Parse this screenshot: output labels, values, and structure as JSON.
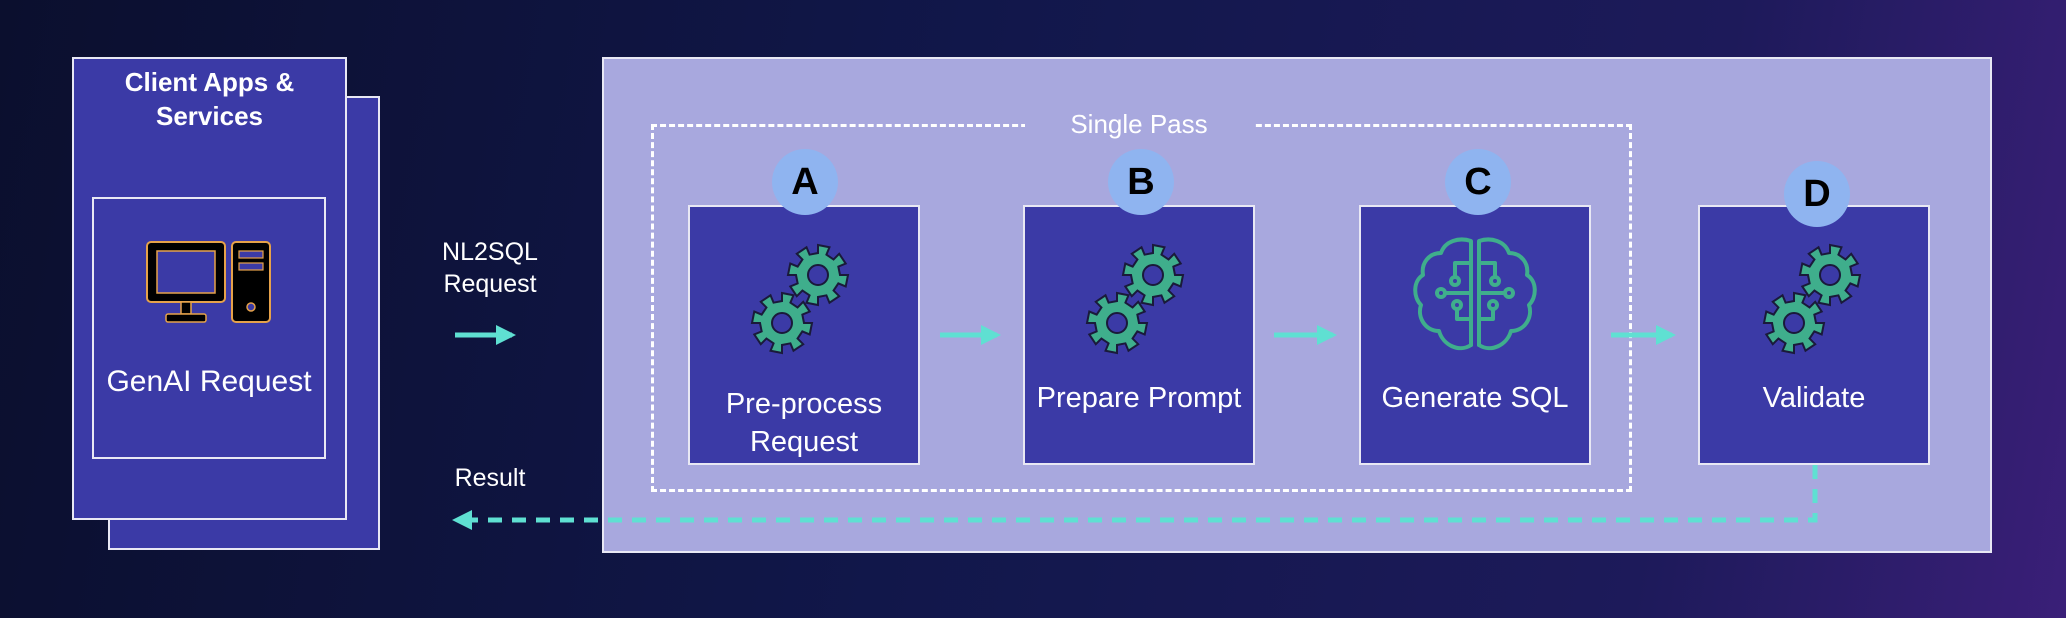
{
  "client": {
    "title": "Client Apps & Services",
    "request_label": "GenAI Request",
    "icon": "desktop-computer-icon"
  },
  "flow": {
    "request_label": "NL2SQL Request",
    "result_label": "Result"
  },
  "pipeline": {
    "group_label": "Single Pass",
    "steps": [
      {
        "badge": "A",
        "label": "Pre-process Request",
        "icon": "gears-icon"
      },
      {
        "badge": "B",
        "label": "Prepare Prompt",
        "icon": "gears-icon"
      },
      {
        "badge": "C",
        "label": "Generate SQL",
        "icon": "ml-brain-icon"
      },
      {
        "badge": "D",
        "label": "Validate",
        "icon": "gears-icon"
      }
    ]
  },
  "colors": {
    "background": "#11174a",
    "box_fill": "#3b3aa6",
    "panel_fill": "#a8a8de",
    "badge_fill": "#8fb4f0",
    "arrow": "#5fe0d2",
    "icon_green": "#3fae8c"
  }
}
